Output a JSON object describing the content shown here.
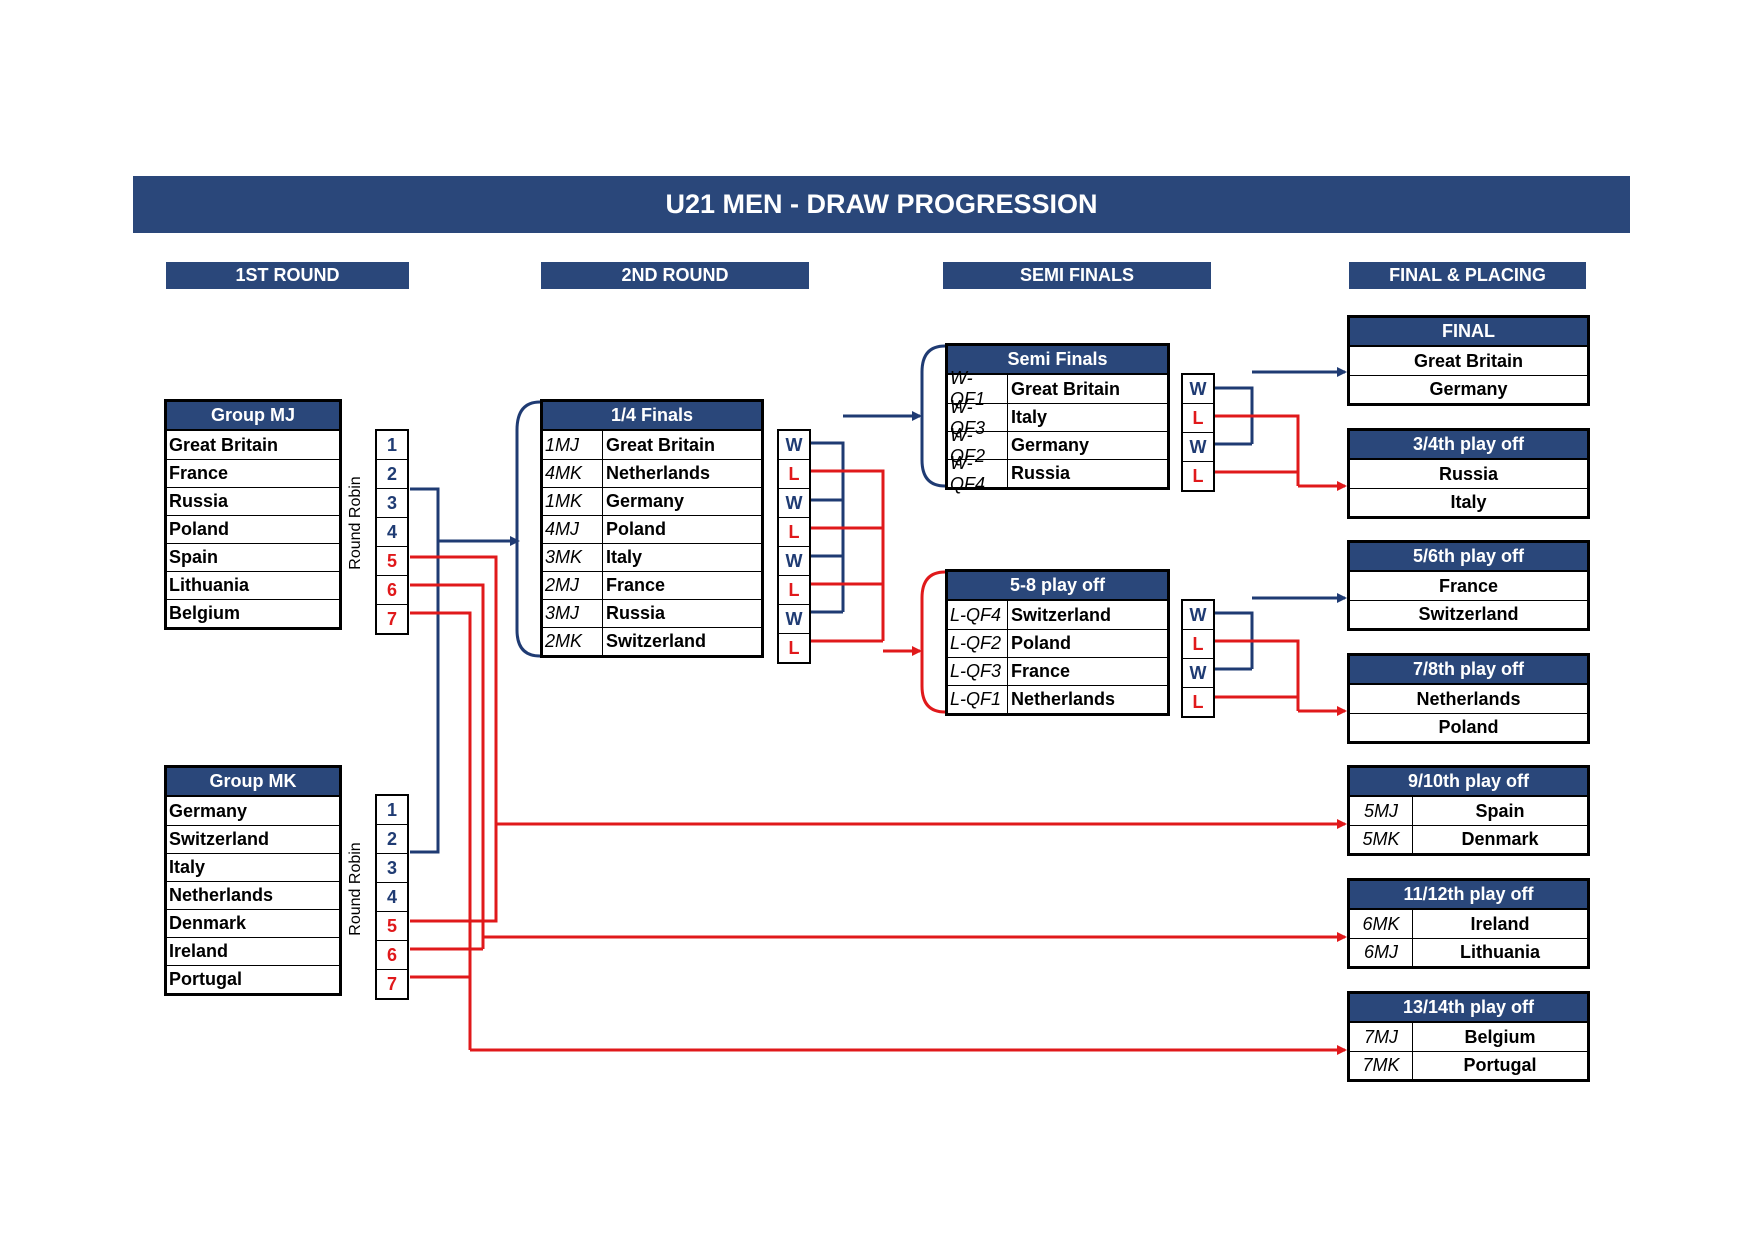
{
  "title": "U21 MEN - DRAW PROGRESSION",
  "column_headers": [
    "1ST ROUND",
    "2ND ROUND",
    "SEMI FINALS",
    "FINAL & PLACING"
  ],
  "round_robin_label": "Round Robin",
  "group_mj": {
    "name": "Group MJ",
    "teams": [
      "Great Britain",
      "France",
      "Russia",
      "Poland",
      "Spain",
      "Lithuania",
      "Belgium"
    ]
  },
  "group_mk": {
    "name": "Group MK",
    "teams": [
      "Germany",
      "Switzerland",
      "Italy",
      "Netherlands",
      "Denmark",
      "Ireland",
      "Portugal"
    ]
  },
  "ranks": [
    "1",
    "2",
    "3",
    "4",
    "5",
    "6",
    "7"
  ],
  "quarter_finals": {
    "name": "1/4 Finals",
    "rows": [
      {
        "code": "1MJ",
        "team": "Great Britain"
      },
      {
        "code": "4MK",
        "team": "Netherlands"
      },
      {
        "code": "1MK",
        "team": "Germany"
      },
      {
        "code": "4MJ",
        "team": "Poland"
      },
      {
        "code": "3MK",
        "team": "Italy"
      },
      {
        "code": "2MJ",
        "team": "France"
      },
      {
        "code": "3MJ",
        "team": "Russia"
      },
      {
        "code": "2MK",
        "team": "Switzerland"
      }
    ],
    "results": [
      "W",
      "L",
      "W",
      "L",
      "W",
      "L",
      "W",
      "L"
    ]
  },
  "semi_finals": {
    "name": "Semi Finals",
    "rows": [
      {
        "code": "W-QF1",
        "team": "Great Britain"
      },
      {
        "code": "W-QF3",
        "team": "Italy"
      },
      {
        "code": "W-QF2",
        "team": "Germany"
      },
      {
        "code": "W-QF4",
        "team": "Russia"
      }
    ],
    "results": [
      "W",
      "L",
      "W",
      "L"
    ]
  },
  "playoff_5_8": {
    "name": "5-8 play off",
    "rows": [
      {
        "code": "L-QF4",
        "team": "Switzerland"
      },
      {
        "code": "L-QF2",
        "team": "Poland"
      },
      {
        "code": "L-QF3",
        "team": "France"
      },
      {
        "code": "L-QF1",
        "team": "Netherlands"
      }
    ],
    "results": [
      "W",
      "L",
      "W",
      "L"
    ]
  },
  "final": {
    "name": "FINAL",
    "teams": [
      "Great Britain",
      "Germany"
    ]
  },
  "playoff_3_4": {
    "name": "3/4th play off",
    "teams": [
      "Russia",
      "Italy"
    ]
  },
  "playoff_5_6": {
    "name": "5/6th play off",
    "teams": [
      "France",
      "Switzerland"
    ]
  },
  "playoff_7_8": {
    "name": "7/8th play off",
    "teams": [
      "Netherlands",
      "Poland"
    ]
  },
  "playoff_9_10": {
    "name": "9/10th play off",
    "rows": [
      {
        "code": "5MJ",
        "team": "Spain"
      },
      {
        "code": "5MK",
        "team": "Denmark"
      }
    ]
  },
  "playoff_11_12": {
    "name": "11/12th play off",
    "rows": [
      {
        "code": "6MK",
        "team": "Ireland"
      },
      {
        "code": "6MJ",
        "team": "Lithuania"
      }
    ]
  },
  "playoff_13_14": {
    "name": "13/14th play off",
    "rows": [
      {
        "code": "7MJ",
        "team": "Belgium"
      },
      {
        "code": "7MK",
        "team": "Portugal"
      }
    ]
  },
  "colors": {
    "navy": "#1f3b73",
    "red": "#e0191b",
    "header_bg": "#2a477a"
  }
}
